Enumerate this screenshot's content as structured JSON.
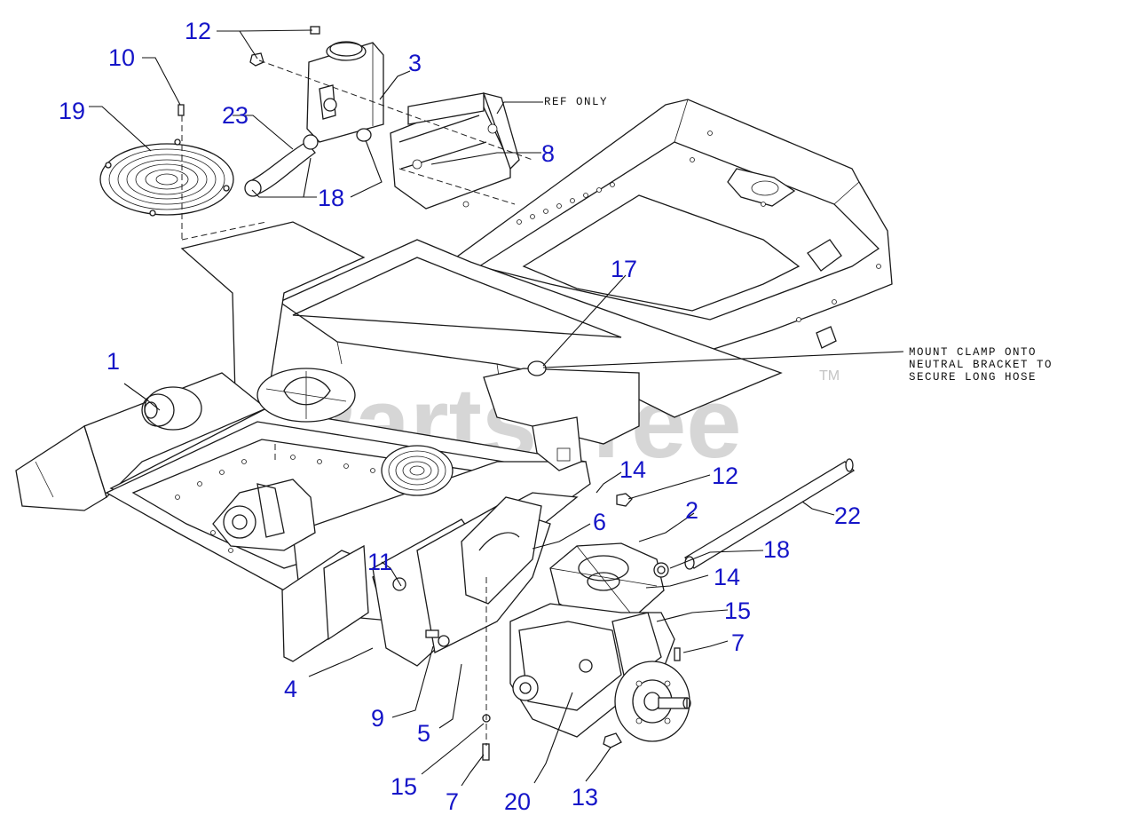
{
  "watermark": {
    "brand": "PartsTree",
    "trademark": "TM"
  },
  "notes": {
    "ref_only": "REF ONLY",
    "mount_line1": "MOUNT CLAMP ONTO",
    "mount_line2": "NEUTRAL BRACKET TO",
    "mount_line3": "SECURE LONG HOSE"
  },
  "callouts": [
    {
      "id": "c1",
      "label": "1"
    },
    {
      "id": "c2",
      "label": "2"
    },
    {
      "id": "c3",
      "label": "3"
    },
    {
      "id": "c4",
      "label": "4"
    },
    {
      "id": "c5",
      "label": "5"
    },
    {
      "id": "c6",
      "label": "6"
    },
    {
      "id": "c7a",
      "label": "7"
    },
    {
      "id": "c7b",
      "label": "7"
    },
    {
      "id": "c8",
      "label": "8"
    },
    {
      "id": "c9",
      "label": "9"
    },
    {
      "id": "c10",
      "label": "10"
    },
    {
      "id": "c11",
      "label": "11"
    },
    {
      "id": "c12a",
      "label": "12"
    },
    {
      "id": "c12b",
      "label": "12"
    },
    {
      "id": "c13",
      "label": "13"
    },
    {
      "id": "c14a",
      "label": "14"
    },
    {
      "id": "c14b",
      "label": "14"
    },
    {
      "id": "c15a",
      "label": "15"
    },
    {
      "id": "c15b",
      "label": "15"
    },
    {
      "id": "c17",
      "label": "17"
    },
    {
      "id": "c18a",
      "label": "18"
    },
    {
      "id": "c18b",
      "label": "18"
    },
    {
      "id": "c19",
      "label": "19"
    },
    {
      "id": "c20",
      "label": "20"
    },
    {
      "id": "c22",
      "label": "22"
    },
    {
      "id": "c23",
      "label": "23"
    }
  ],
  "colors": {
    "callout": "#1515c8",
    "line": "#1a1a1a",
    "watermark": "#c4c4c4"
  }
}
